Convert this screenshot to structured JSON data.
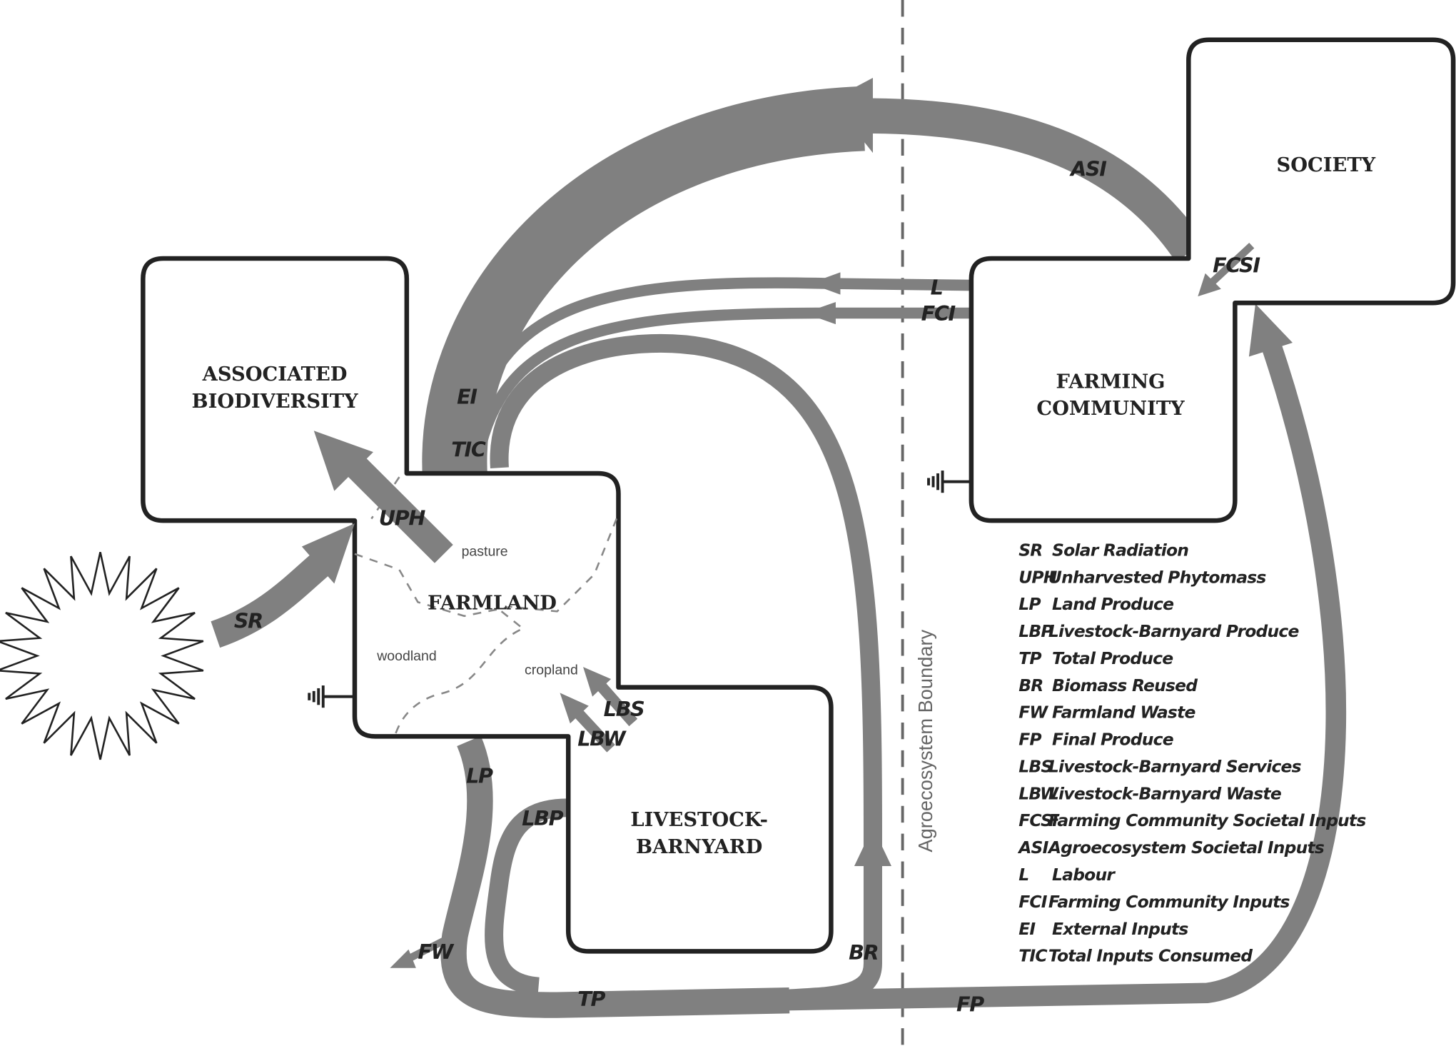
{
  "boxes": {
    "associated_biodiversity": [
      "ASSOCIATED",
      "BIODIVERSITY"
    ],
    "farmland": "FARMLAND",
    "livestock_barnyard": [
      "LIVESTOCK-",
      "BARNYARD"
    ],
    "farming_community": [
      "FARMING",
      "COMMUNITY"
    ],
    "society": "SOCIETY"
  },
  "regions": {
    "pasture": "pasture",
    "woodland": "woodland",
    "cropland": "cropland"
  },
  "boundary_label": "Agroecosystem Boundary",
  "flows": {
    "SR": "SR",
    "UPH": "UPH",
    "EI": "EI",
    "TIC": "TIC",
    "ASI": "ASI",
    "FCSI": "FCSI",
    "L": "L",
    "FCI": "FCI",
    "LBS": "LBS",
    "LBW": "LBW",
    "LP": "LP",
    "LBP": "LBP",
    "FW": "FW",
    "TP": "TP",
    "BR": "BR",
    "FP": "FP"
  },
  "legend": [
    {
      "abbr": "SR",
      "label": "Solar Radiation"
    },
    {
      "abbr": "UPH",
      "label": "Unharvested Phytomass"
    },
    {
      "abbr": "LP",
      "label": "Land Produce"
    },
    {
      "abbr": "LBP",
      "label": "Livestock-Barnyard Produce"
    },
    {
      "abbr": "TP",
      "label": "Total Produce"
    },
    {
      "abbr": "BR",
      "label": "Biomass Reused"
    },
    {
      "abbr": "FW",
      "label": "Farmland  Waste"
    },
    {
      "abbr": "FP",
      "label": "Final Produce"
    },
    {
      "abbr": "LBS",
      "label": "Livestock-Barnyard Services"
    },
    {
      "abbr": "LBW",
      "label": "Livestock-Barnyard Waste"
    },
    {
      "abbr": "FCSI",
      "label": "Farming Community Societal Inputs"
    },
    {
      "abbr": "ASI",
      "label": "Agroecosystem Societal Inputs"
    },
    {
      "abbr": "L",
      "label": "Labour"
    },
    {
      "abbr": "FCI",
      "label": "Farming Community Inputs"
    },
    {
      "abbr": "EI",
      "label": "External Inputs"
    },
    {
      "abbr": "TIC",
      "label": "Total Inputs Consumed"
    }
  ],
  "colors": {
    "flow": "#808080",
    "outline": "#222222",
    "boundary": "#666666"
  }
}
